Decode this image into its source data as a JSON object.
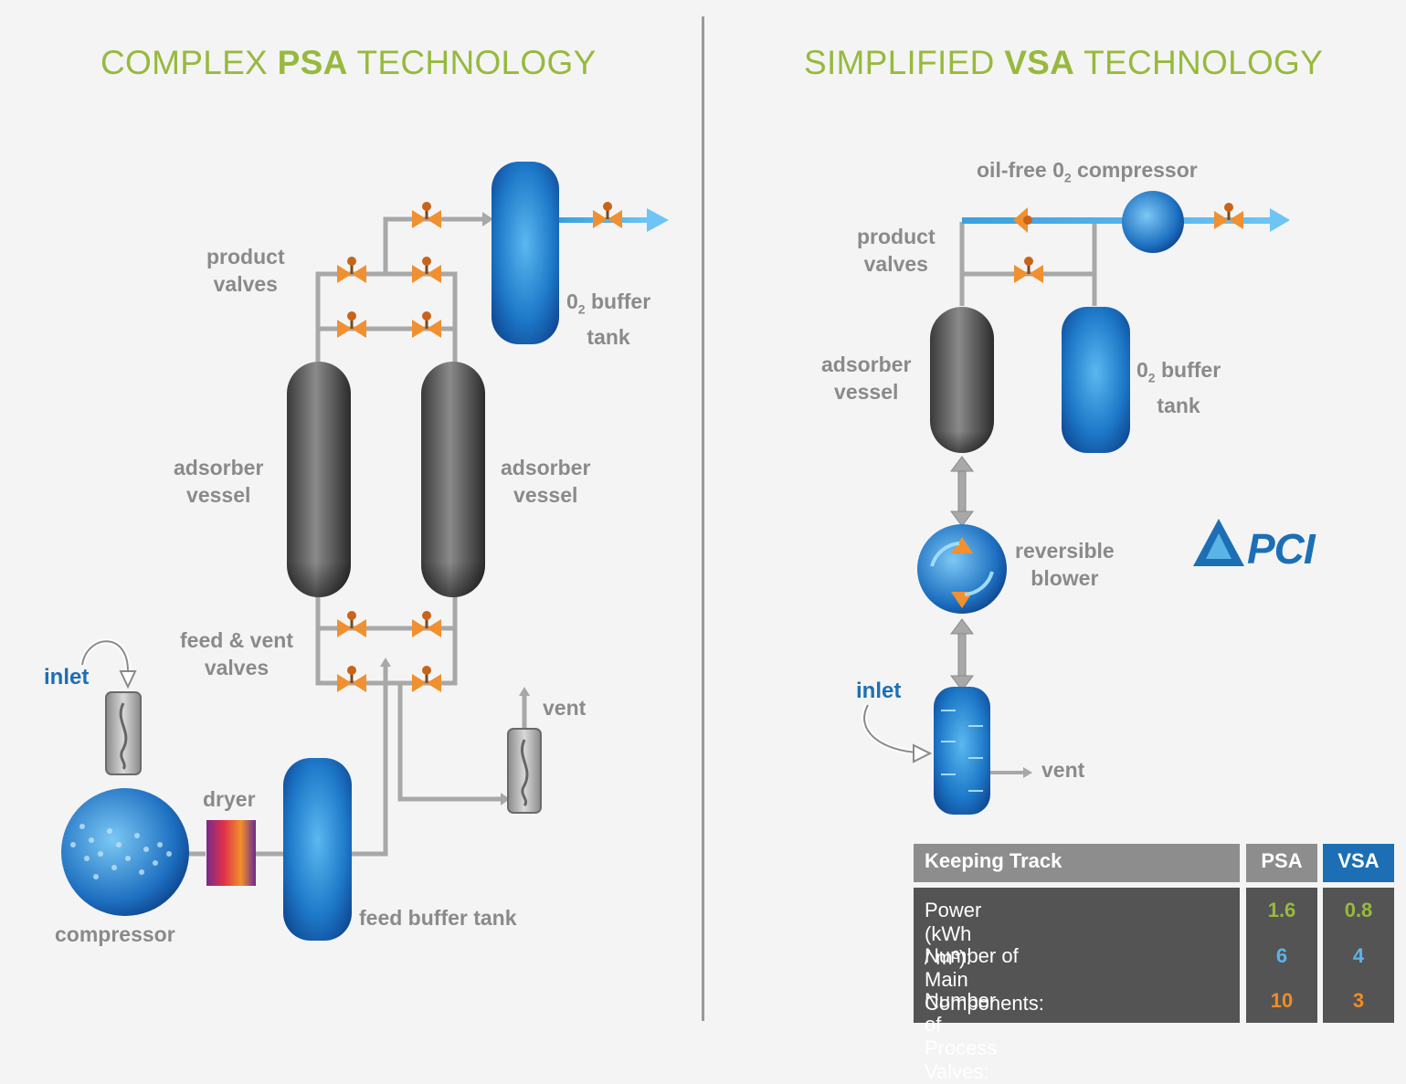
{
  "left_title": {
    "prefix": "COMPLEX ",
    "bold": "PSA",
    "suffix": " TECHNOLOGY"
  },
  "right_title": {
    "prefix": "SIMPLIFIED ",
    "bold": "VSA",
    "suffix": " TECHNOLOGY"
  },
  "psa": {
    "product_valves": [
      "product",
      "valves"
    ],
    "buffer_tank": {
      "line1": "0",
      "sub": "2",
      "line1b": " buffer",
      "line2": "tank"
    },
    "adsorber_left": [
      "adsorber",
      "vessel"
    ],
    "adsorber_right": [
      "adsorber",
      "vessel"
    ],
    "feed_vent_valves": [
      "feed & vent",
      "valves"
    ],
    "inlet": "inlet",
    "vent": "vent",
    "dryer": "dryer",
    "compressor": "compressor",
    "feed_buffer_tank": "feed buffer tank"
  },
  "vsa": {
    "oil_free": {
      "pre": "oil-free 0",
      "sub": "2",
      "post": " compressor"
    },
    "product_valves": [
      "product",
      "valves"
    ],
    "adsorber": [
      "adsorber",
      "vessel"
    ],
    "buffer_tank": {
      "line1": "0",
      "sub": "2",
      "line1b": " buffer",
      "line2": "tank"
    },
    "reversible_blower": [
      "reversible",
      "blower"
    ],
    "inlet": "inlet",
    "vent": "vent"
  },
  "logo": "PCI",
  "keeping_track": {
    "header": "Keeping Track",
    "col_psa": "PSA",
    "col_vsa": "VSA",
    "rows": [
      {
        "label": "Power (kWh / m³):",
        "psa": "1.6",
        "vsa": "0.8"
      },
      {
        "label": "Number of Main Components:",
        "psa": "6",
        "vsa": "4"
      },
      {
        "label": "Number of Process Valves:",
        "psa": "10",
        "vsa": "3"
      }
    ]
  },
  "colors": {
    "title_green": "#97b93e",
    "brand_blue": "#1c6fb5",
    "psa_value": "#97b93e",
    "components_value": "#5ab4e8",
    "valves_value": "#f08c28"
  }
}
